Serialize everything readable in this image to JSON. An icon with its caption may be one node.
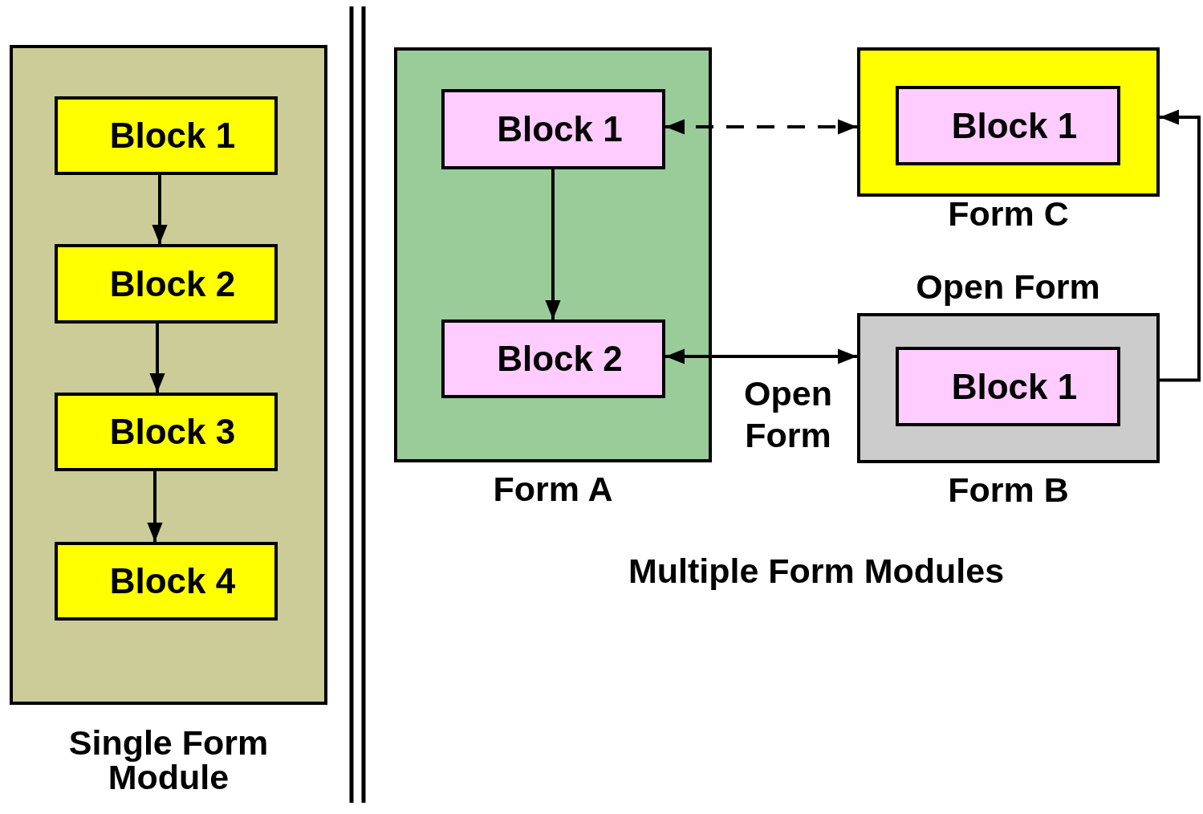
{
  "diagram": {
    "nodes": [
      {
        "text": [
          "Single Form Module"
        ]
      },
      {
        "text": [
          "Block 1"
        ],
        "in": 0
      },
      {
        "text": [
          "Block 2"
        ],
        "in": 0
      },
      {
        "text": [
          "Block 3"
        ],
        "in": 0
      },
      {
        "text": [
          "Block 4"
        ],
        "in": 0
      },
      {
        "text": [
          "Form A"
        ]
      },
      {
        "text": [
          "Block 1"
        ],
        "in": 5
      },
      {
        "text": [
          "Block 2"
        ],
        "in": 5
      },
      {
        "text": [
          "Form C"
        ]
      },
      {
        "text": [
          "Block 1"
        ],
        "in": 8
      },
      {
        "text": [
          "Form B"
        ]
      },
      {
        "text": [
          "Block 1"
        ],
        "in": 10
      }
    ],
    "edges": [
      {
        "from": 1,
        "to": 2,
        "arrow": "to"
      },
      {
        "from": 2,
        "to": 3,
        "arrow": "to"
      },
      {
        "from": 3,
        "to": 4,
        "arrow": "to"
      },
      {
        "from": 6,
        "to": 7,
        "arrow": "to"
      },
      {
        "from": 6,
        "to": 8,
        "arrow": "both",
        "style": "dashed"
      },
      {
        "from": 7,
        "to": 10,
        "arrow": "both",
        "label": "Open Form"
      },
      {
        "from": 10,
        "to": 8,
        "arrow": "to"
      }
    ],
    "labels": [
      "Open Form",
      "Multiple Form Modules"
    ]
  }
}
